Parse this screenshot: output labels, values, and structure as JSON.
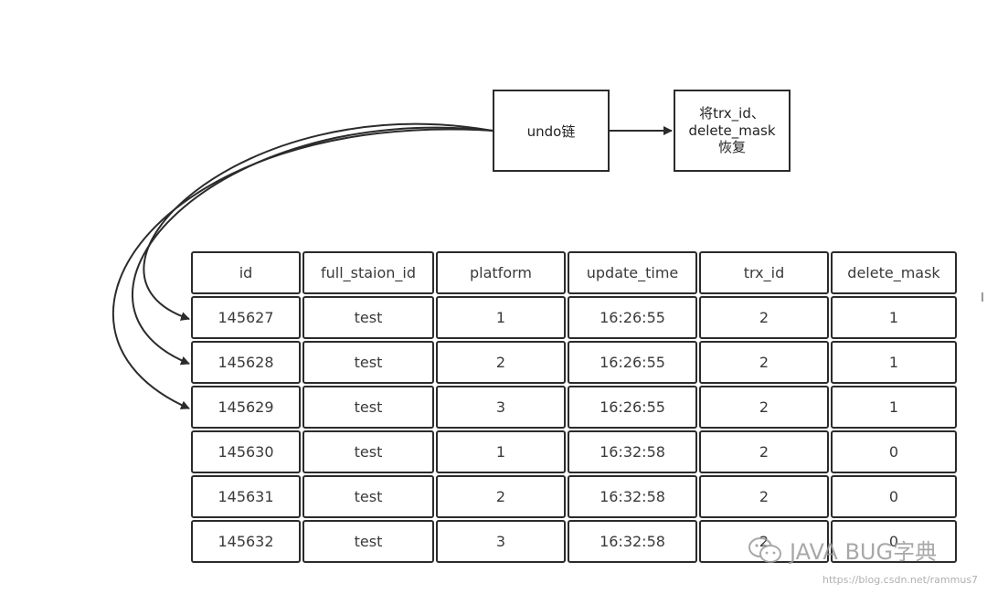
{
  "undo_box": {
    "label": "undo链"
  },
  "restore_box": {
    "lines": [
      "将trx_id、",
      "delete_mask",
      "恢复"
    ]
  },
  "table": {
    "headers": [
      "id",
      "full_staion_id",
      "platform",
      "update_time",
      "trx_id",
      "delete_mask"
    ],
    "rows": [
      [
        "145627",
        "test",
        "1",
        "16:26:55",
        "2",
        "1"
      ],
      [
        "145628",
        "test",
        "2",
        "16:26:55",
        "2",
        "1"
      ],
      [
        "145629",
        "test",
        "3",
        "16:26:55",
        "2",
        "1"
      ],
      [
        "145630",
        "test",
        "1",
        "16:32:58",
        "2",
        "0"
      ],
      [
        "145631",
        "test",
        "2",
        "16:32:58",
        "2",
        "0"
      ],
      [
        "145632",
        "test",
        "3",
        "16:32:58",
        "2",
        "0"
      ]
    ]
  },
  "watermark": {
    "brand": "JAVA BUG字典",
    "url": "https://blog.csdn.net/rammus7"
  },
  "icons": {
    "wechat": "wechat-icon"
  }
}
